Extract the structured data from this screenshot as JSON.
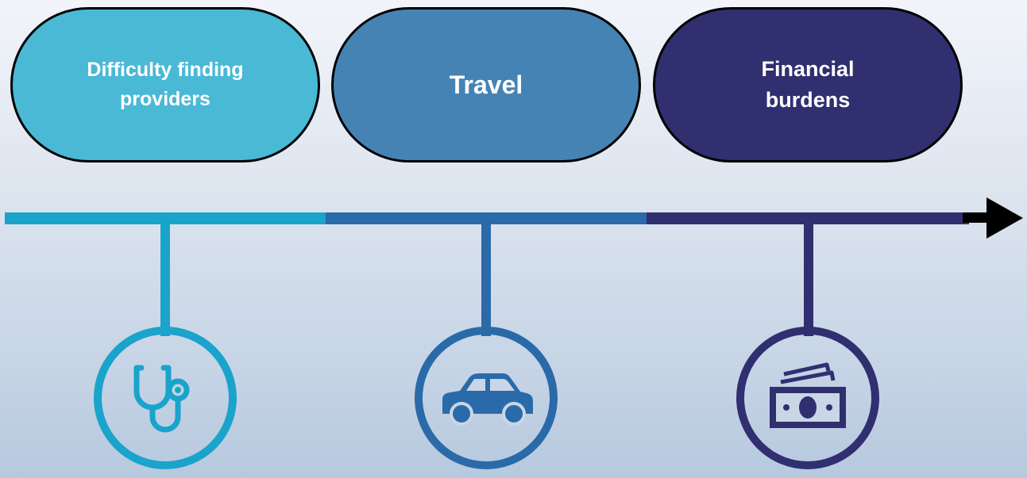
{
  "diagram": {
    "type": "timeline",
    "items": [
      {
        "label": "Difficulty finding\nproviders",
        "icon": "stethoscope-icon",
        "color": "#49b9d5",
        "line_color": "#1aa3cb"
      },
      {
        "label": "Travel",
        "icon": "car-icon",
        "color": "#4683b5",
        "line_color": "#2a6aa9"
      },
      {
        "label": "Financial\nburdens",
        "icon": "money-icon",
        "color": "#302f70",
        "line_color": "#302f70"
      }
    ],
    "arrow_color": "#000000"
  }
}
